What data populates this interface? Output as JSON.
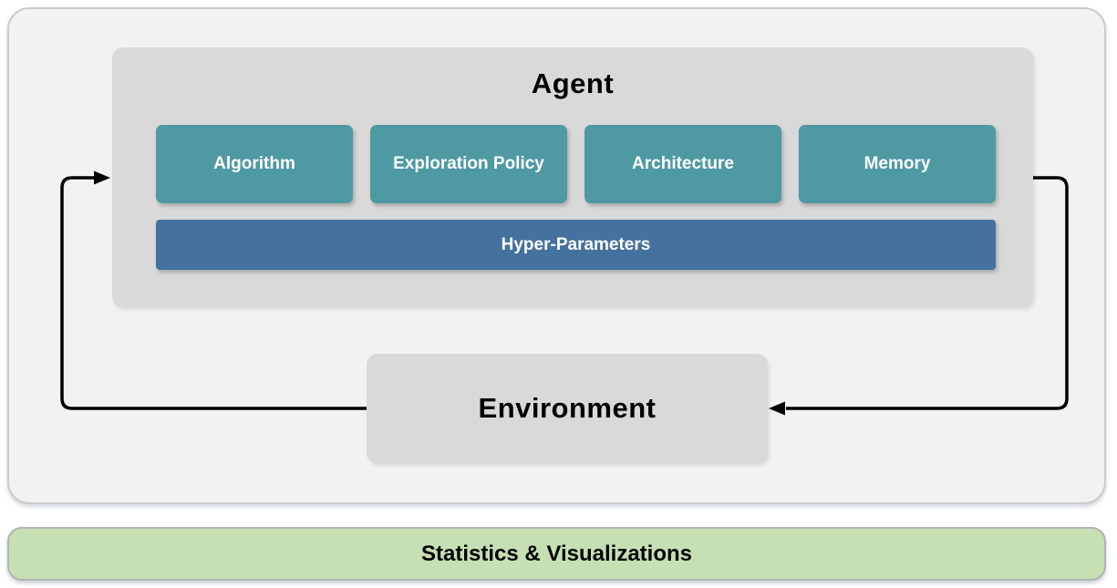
{
  "colors": {
    "outer_bg": "#f2f2f2",
    "outer_border": "#cbcbcb",
    "agent_bg": "#d9d9d9",
    "module_teal": "#4f99a3",
    "hyperparams_blue": "#44719e",
    "environment_bg": "#d9d9d9",
    "stats_green": "#c6e0b4",
    "stats_border": "#b3b3b3",
    "module_text": "#ffffff",
    "title_text": "#000000",
    "arrow": "#000000"
  },
  "agent": {
    "title": "Agent",
    "modules": [
      {
        "label": "Algorithm"
      },
      {
        "label": "Exploration Policy"
      },
      {
        "label": "Architecture"
      },
      {
        "label": "Memory"
      }
    ],
    "hyper_parameters_label": "Hyper-Parameters"
  },
  "environment": {
    "title": "Environment"
  },
  "footer": {
    "label": "Statistics & Visualizations"
  },
  "arrows": [
    {
      "name": "environment-to-agent",
      "direction": "from Environment left side up into Agent left side"
    },
    {
      "name": "agent-to-environment",
      "direction": "from Agent right side down into Environment right side"
    }
  ]
}
